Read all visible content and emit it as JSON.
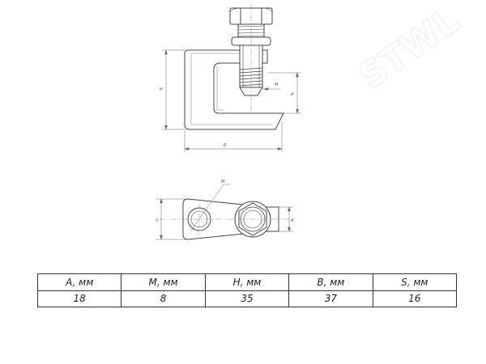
{
  "drawing": {
    "watermark": "STWL",
    "top_view_labels": {
      "height": "H",
      "bolt": "M",
      "depth": "A",
      "width": "B"
    },
    "bottom_view_labels": {
      "hole": "M",
      "height": "S",
      "right": "A"
    }
  },
  "table": {
    "headers": [
      "A, мм",
      "M, мм",
      "H, мм",
      "B, мм",
      "S, мм"
    ],
    "values": [
      "18",
      "8",
      "35",
      "37",
      "16"
    ]
  }
}
